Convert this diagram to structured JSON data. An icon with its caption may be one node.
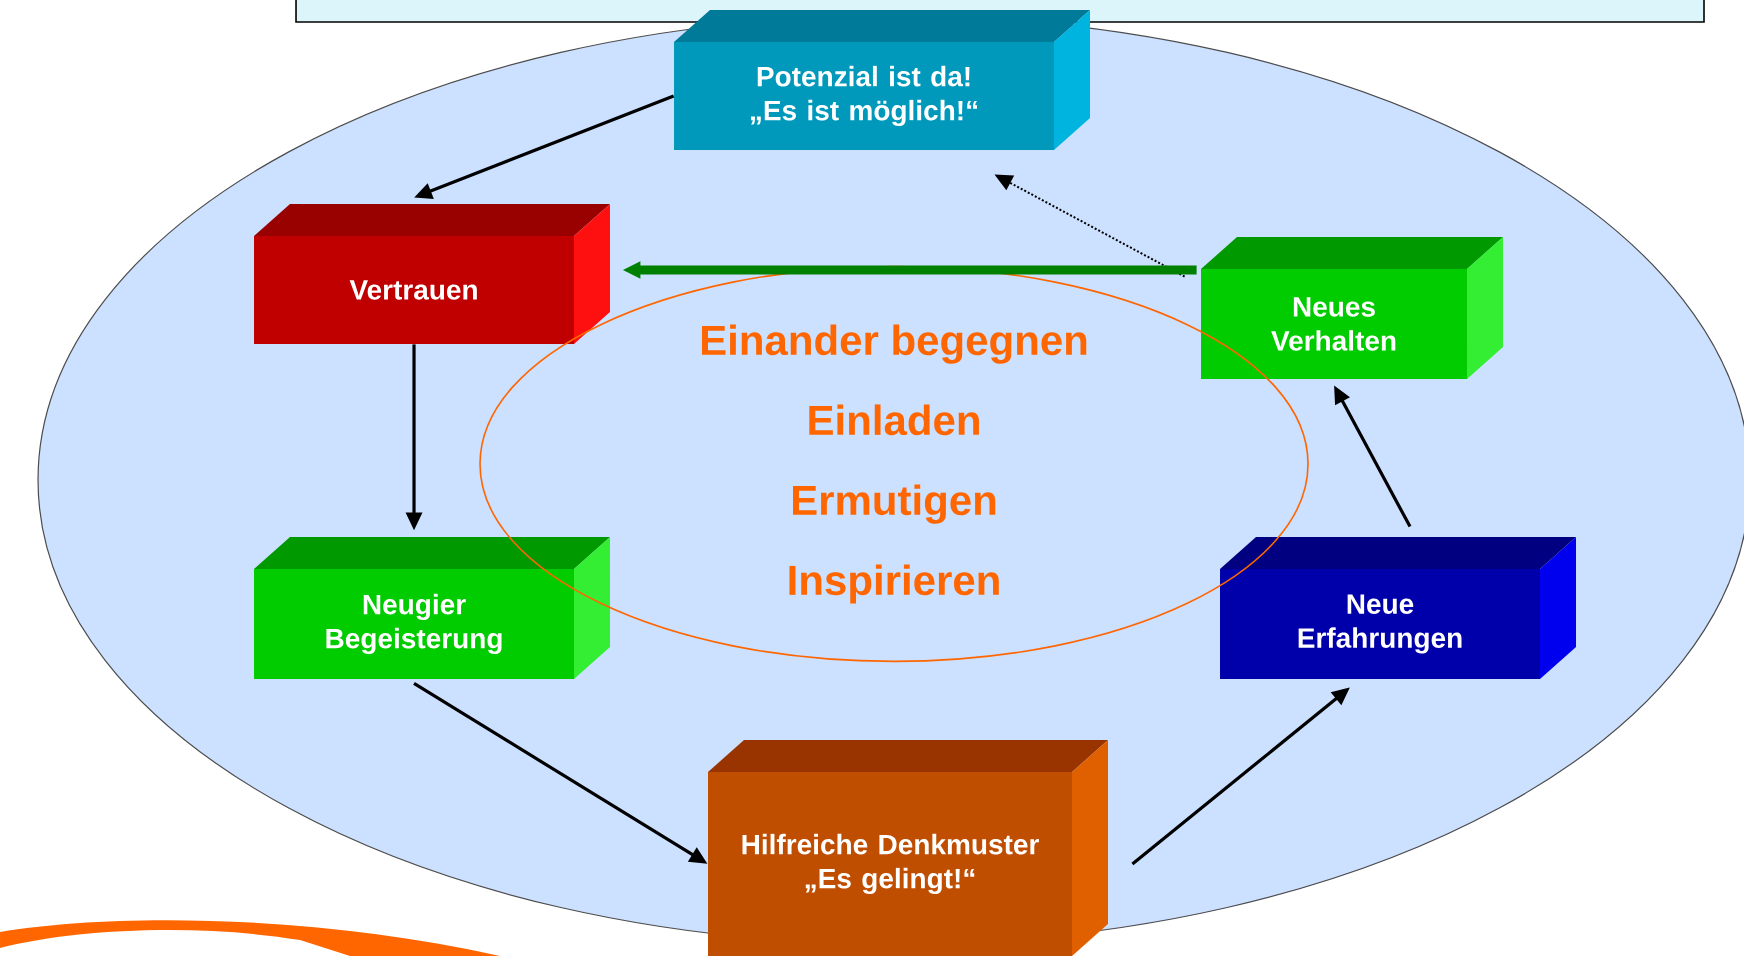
{
  "diagram": {
    "nodes": [
      {
        "text": [
          "Potenzial ist da!",
          "„Es ist möglich!“"
        ]
      },
      {
        "text": [
          "Vertrauen"
        ]
      },
      {
        "text": [
          "Neugier Begeisterung"
        ]
      },
      {
        "text": [
          "Hilfreiche Denkmuster",
          "„Es gelingt!“"
        ]
      },
      {
        "text": [
          "Neue Erfahrungen"
        ]
      },
      {
        "text": [
          "Neues Verhalten"
        ]
      },
      {
        "text": [
          "Einander begegnen",
          "Einladen",
          "Ermutigen",
          "Inspirieren"
        ]
      }
    ],
    "edges": [
      {
        "from": 0,
        "to": 1,
        "arrow": "to"
      },
      {
        "from": 1,
        "to": 2,
        "arrow": "to"
      },
      {
        "from": 2,
        "to": 3,
        "arrow": "to"
      },
      {
        "from": 3,
        "to": 4,
        "arrow": "to"
      },
      {
        "from": 4,
        "to": 5,
        "arrow": "to"
      },
      {
        "from": 5,
        "to": 0,
        "arrow": "to",
        "style": "dashed"
      },
      {
        "from": 5,
        "to": 1,
        "arrow": "to",
        "style": "thick",
        "color": "#008000"
      }
    ]
  }
}
